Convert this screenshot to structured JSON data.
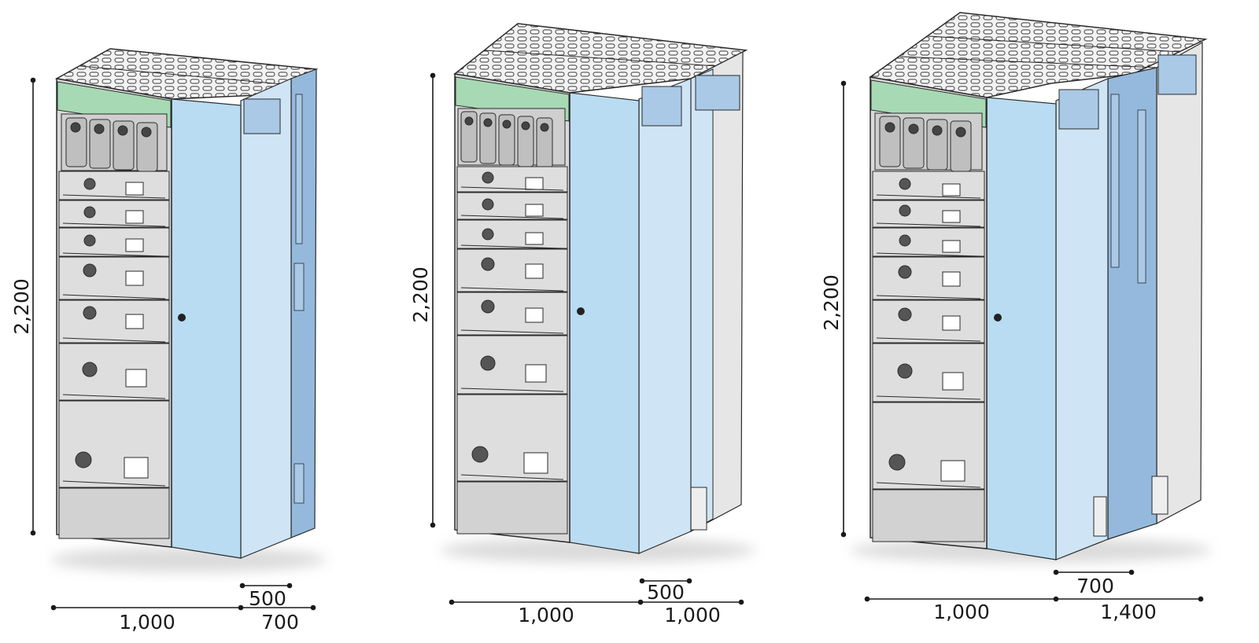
{
  "colors": {
    "front_panel": "#d9d9d9",
    "front_dark": "#c9c9c9",
    "top_green": "#a6d9b4",
    "door_blue": "#b9dcf2",
    "side_blue": "#cfe5f6",
    "rear_blue": "#94b9dd",
    "grey_side": "#e6e6e6",
    "roof": "#f0f0f0",
    "line": "#2b2b2b"
  },
  "units": [
    {
      "id": "unit-1",
      "height_label": "2,200",
      "width_labels": [
        "1,000",
        "700"
      ],
      "inner_depth_label": "500"
    },
    {
      "id": "unit-2",
      "height_label": "2,200",
      "width_labels": [
        "1,000",
        "1,000"
      ],
      "inner_depth_label": "500"
    },
    {
      "id": "unit-3",
      "height_label": "2,200",
      "width_labels": [
        "1,000",
        "1,400"
      ],
      "inner_depth_label": "700"
    }
  ]
}
